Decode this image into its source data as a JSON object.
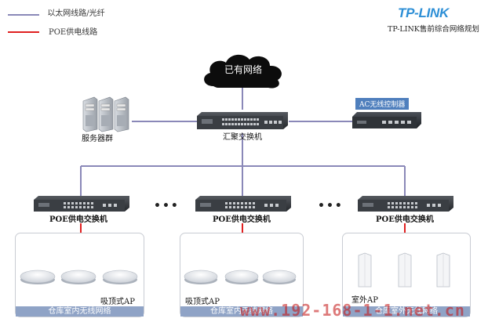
{
  "legend": {
    "ethernet_label": "以太网线路/光纤",
    "poe_label": "POE供电线路",
    "ethernet_color": "#8a88b8",
    "poe_color": "#e02020"
  },
  "brand": {
    "logo": "TP-LINK",
    "subtitle": "TP-LINK售前综合网络规划"
  },
  "network": {
    "cloud_label": "已有网络",
    "server_label": "服务器群",
    "core_switch_label": "汇聚交换机",
    "ac_label": "AC无线控制器"
  },
  "poe_switches": [
    {
      "label": "POE供电交换机"
    },
    {
      "label": "POE供电交换机"
    },
    {
      "label": "POE供电交换机"
    }
  ],
  "ellipsis": "•••",
  "zones": [
    {
      "label": "仓库室内无线网络",
      "ap_label": "吸顶式AP"
    },
    {
      "label": "仓库室内无线网络",
      "ap_label": "吸顶式AP"
    },
    {
      "label": "仓库室外无线网络",
      "ap_label": "室外AP"
    }
  ],
  "watermark": "www.192-168-1-1.net.cn",
  "colors": {
    "ethernet_line": "#8a88b8",
    "poe_line": "#e02020",
    "zone_label_bg": "#8fa3c6",
    "ac_tag_bg": "#4f7fbd",
    "brand_blue": "#2d8fd6"
  }
}
